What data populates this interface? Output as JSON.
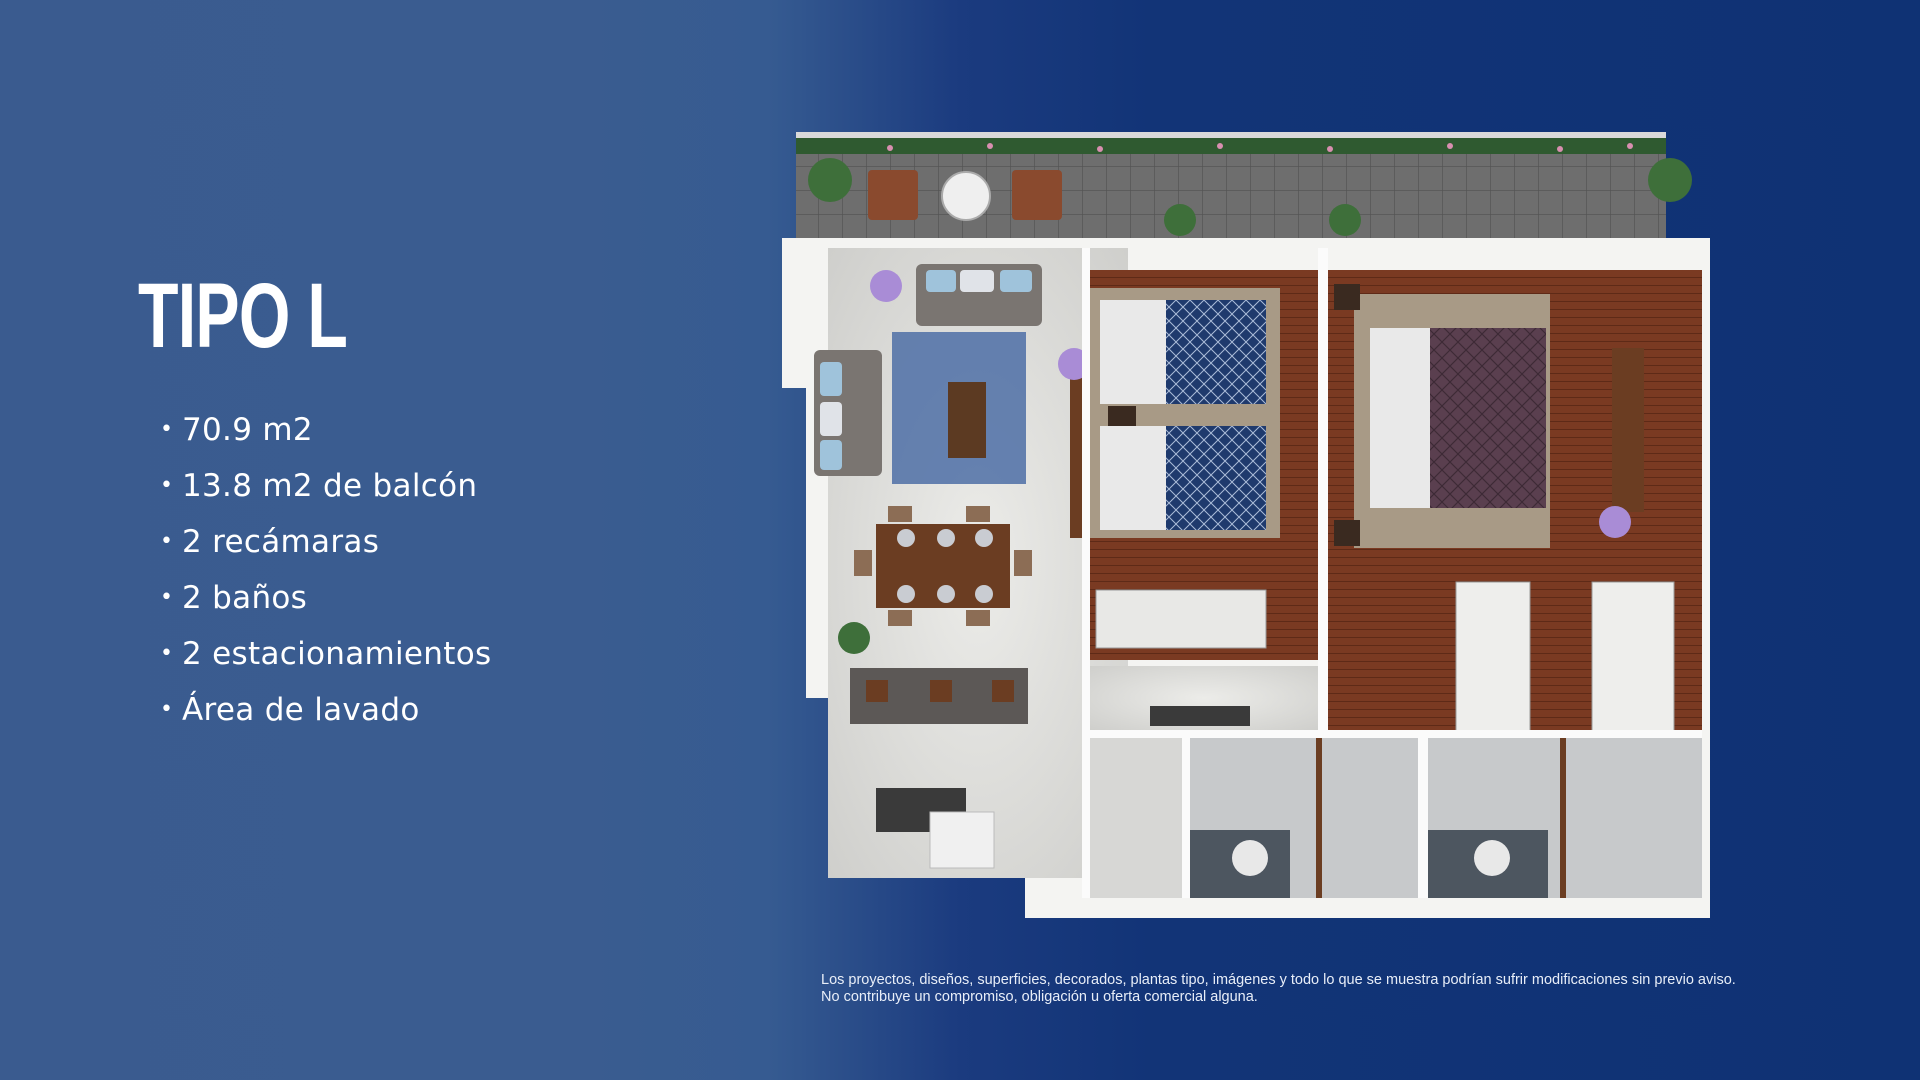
{
  "unit": {
    "title": "TIPO L",
    "features": [
      "70.9 m2",
      "13.8 m2 de balcón",
      "2 recámaras",
      "2 baños",
      "2 estacionamientos",
      "Área de lavado"
    ]
  },
  "disclaimer": "Los proyectos, diseños, superficies, decorados, plantas tipo, imágenes y todo lo que se muestra podrían sufrir modificaciones sin previo aviso. No contribuye un compromiso, obligación u oferta comercial alguna.",
  "colors": {
    "background_left": "#3a5b8f",
    "background_right": "#0f3274",
    "floor_wood": "#7a3a22",
    "bed_navy": "#1f3a6d",
    "bed_plum": "#5a3f4f"
  }
}
